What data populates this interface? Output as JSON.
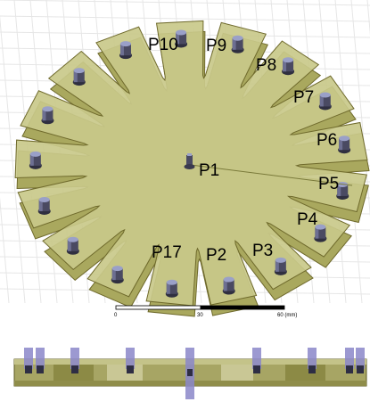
{
  "colors": {
    "background": "#ffffff",
    "grid": "#e2e2e2",
    "body_fill": "#c9c98a",
    "body_fill_dark": "#a9a85e",
    "body_edge": "#6f6a2c",
    "connector": "#4a4a62",
    "connector_highlight": "#9aa0c8",
    "probe_side": "#8b87c9"
  },
  "top_view": {
    "port_labels": {
      "p1": "P1",
      "p2": "P2",
      "p3": "P3",
      "p4": "P4",
      "p5": "P5",
      "p6": "P6",
      "p7": "P7",
      "p8": "P8",
      "p9": "P9",
      "p10": "P10",
      "p17": "P17"
    },
    "scale_bar": {
      "tick_0": "0",
      "tick_1": "30",
      "tick_2": "60 (mm)"
    }
  }
}
